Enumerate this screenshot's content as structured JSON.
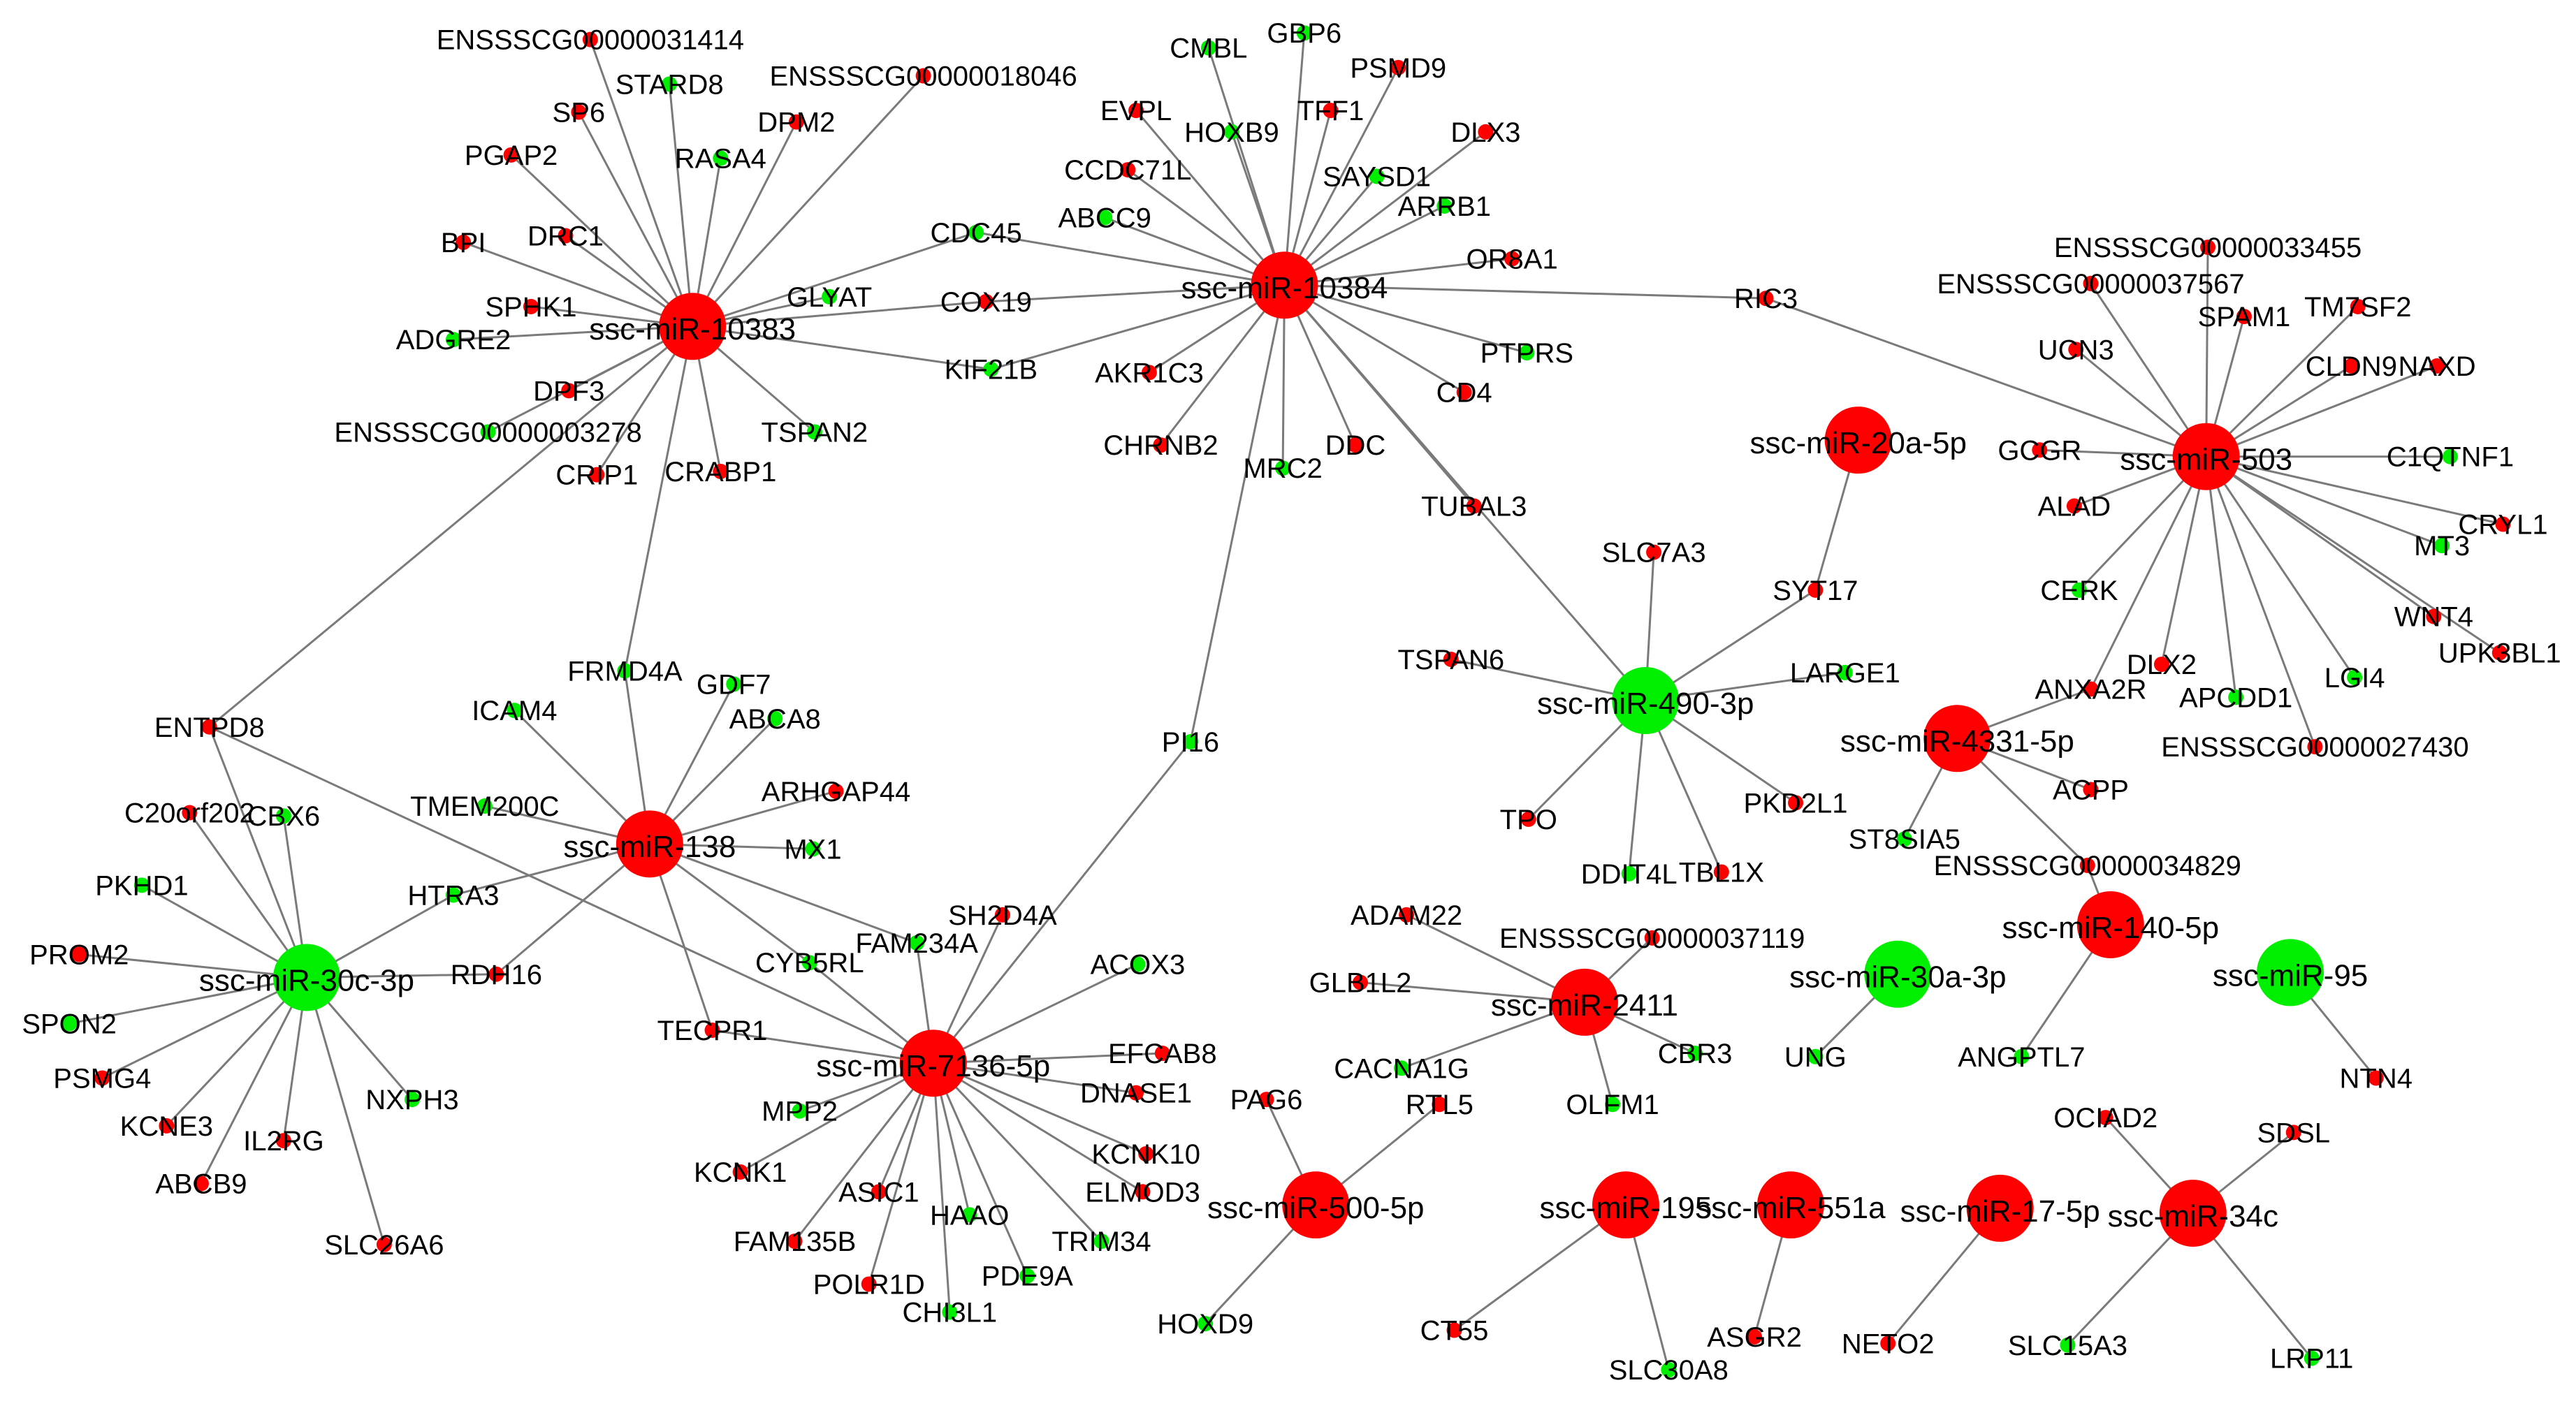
{
  "colors": {
    "up": "#ff0000",
    "down": "#00ee00",
    "edge": "#7a7a7a"
  },
  "hubs": [
    {
      "id": "h10383",
      "label": "ssc-miR-10383",
      "color": "up"
    },
    {
      "id": "h10384",
      "label": "ssc-miR-10384",
      "color": "up"
    },
    {
      "id": "h503",
      "label": "ssc-miR-503",
      "color": "up"
    },
    {
      "id": "h20a",
      "label": "ssc-miR-20a-5p",
      "color": "up"
    },
    {
      "id": "h490",
      "label": "ssc-miR-490-3p",
      "color": "down"
    },
    {
      "id": "h4331",
      "label": "ssc-miR-4331-5p",
      "color": "up"
    },
    {
      "id": "h138",
      "label": "ssc-miR-138",
      "color": "up"
    },
    {
      "id": "h30c",
      "label": "ssc-miR-30c-3p",
      "color": "down"
    },
    {
      "id": "h7136",
      "label": "ssc-miR-7136-5p",
      "color": "up"
    },
    {
      "id": "h2411",
      "label": "ssc-miR-2411",
      "color": "up"
    },
    {
      "id": "h30a",
      "label": "ssc-miR-30a-3p",
      "color": "down"
    },
    {
      "id": "h140",
      "label": "ssc-miR-140-5p",
      "color": "up"
    },
    {
      "id": "h95",
      "label": "ssc-miR-95",
      "color": "down"
    },
    {
      "id": "h500",
      "label": "ssc-miR-500-5p",
      "color": "up"
    },
    {
      "id": "h195",
      "label": "ssc-miR-195",
      "color": "up"
    },
    {
      "id": "h551",
      "label": "ssc-miR-551a",
      "color": "up"
    },
    {
      "id": "h17",
      "label": "ssc-miR-17-5p",
      "color": "up"
    },
    {
      "id": "h34c",
      "label": "ssc-miR-34c",
      "color": "up"
    }
  ],
  "genes": [
    {
      "id": "g1",
      "label": "ENSSSCG00000031414",
      "color": "up"
    },
    {
      "id": "g2",
      "label": "STARD8",
      "color": "down"
    },
    {
      "id": "g3",
      "label": "ENSSSCG00000018046",
      "color": "up"
    },
    {
      "id": "g4",
      "label": "SP6",
      "color": "up"
    },
    {
      "id": "g5",
      "label": "DPM2",
      "color": "up"
    },
    {
      "id": "g6",
      "label": "PGAP2",
      "color": "up"
    },
    {
      "id": "g7",
      "label": "RASA4",
      "color": "down"
    },
    {
      "id": "g8",
      "label": "BPI",
      "color": "up"
    },
    {
      "id": "g9",
      "label": "DRC1",
      "color": "up"
    },
    {
      "id": "g10",
      "label": "SPHK1",
      "color": "up"
    },
    {
      "id": "g11",
      "label": "ADGRE2",
      "color": "down"
    },
    {
      "id": "g12",
      "label": "DPF3",
      "color": "up"
    },
    {
      "id": "g13",
      "label": "ENSSSCG00000003278",
      "color": "down"
    },
    {
      "id": "g14",
      "label": "CRIP1",
      "color": "up"
    },
    {
      "id": "g15",
      "label": "CRABP1",
      "color": "up"
    },
    {
      "id": "g16",
      "label": "TSPAN2",
      "color": "down"
    },
    {
      "id": "g17",
      "label": "GLYAT",
      "color": "down"
    },
    {
      "id": "g18",
      "label": "CDC45",
      "color": "down"
    },
    {
      "id": "g19",
      "label": "COX19",
      "color": "up"
    },
    {
      "id": "g20",
      "label": "KIF21B",
      "color": "down"
    },
    {
      "id": "g21",
      "label": "CMBL",
      "color": "down"
    },
    {
      "id": "g22",
      "label": "GBP6",
      "color": "down"
    },
    {
      "id": "g23",
      "label": "PSMD9",
      "color": "up"
    },
    {
      "id": "g24",
      "label": "EVPL",
      "color": "up"
    },
    {
      "id": "g25",
      "label": "HOXB9",
      "color": "down"
    },
    {
      "id": "g26",
      "label": "TFF1",
      "color": "up"
    },
    {
      "id": "g27",
      "label": "DLX3",
      "color": "up"
    },
    {
      "id": "g28",
      "label": "CCDC71L",
      "color": "up"
    },
    {
      "id": "g29",
      "label": "SAYSD1",
      "color": "down"
    },
    {
      "id": "g30",
      "label": "ABCC9",
      "color": "down"
    },
    {
      "id": "g31",
      "label": "ARRB1",
      "color": "down"
    },
    {
      "id": "g32",
      "label": "OR8A1",
      "color": "up"
    },
    {
      "id": "g33",
      "label": "PTPRS",
      "color": "down"
    },
    {
      "id": "g34",
      "label": "AKR1C3",
      "color": "up"
    },
    {
      "id": "g35",
      "label": "CD4",
      "color": "up"
    },
    {
      "id": "g36",
      "label": "CHRNB2",
      "color": "up"
    },
    {
      "id": "g37",
      "label": "DDC",
      "color": "up"
    },
    {
      "id": "g38",
      "label": "MRC2",
      "color": "down"
    },
    {
      "id": "g39",
      "label": "TUBAL3",
      "color": "up"
    },
    {
      "id": "g40",
      "label": "RIC3",
      "color": "up"
    },
    {
      "id": "g41",
      "label": "ENSSSCG00000033455",
      "color": "up"
    },
    {
      "id": "g42",
      "label": "ENSSSCG00000037567",
      "color": "up"
    },
    {
      "id": "g43",
      "label": "SPAM1",
      "color": "up"
    },
    {
      "id": "g44",
      "label": "TM7SF2",
      "color": "up"
    },
    {
      "id": "g45",
      "label": "UCN3",
      "color": "up"
    },
    {
      "id": "g46",
      "label": "CLDN9",
      "color": "up"
    },
    {
      "id": "g47",
      "label": "NAXD",
      "color": "up"
    },
    {
      "id": "g48",
      "label": "GCGR",
      "color": "up"
    },
    {
      "id": "g49",
      "label": "C1QTNF1",
      "color": "down"
    },
    {
      "id": "g50",
      "label": "ALAD",
      "color": "up"
    },
    {
      "id": "g51",
      "label": "CRYL1",
      "color": "up"
    },
    {
      "id": "g52",
      "label": "MT3",
      "color": "down"
    },
    {
      "id": "g53",
      "label": "CERK",
      "color": "down"
    },
    {
      "id": "g54",
      "label": "WNT4",
      "color": "up"
    },
    {
      "id": "g55",
      "label": "UPK3BL1",
      "color": "up"
    },
    {
      "id": "g56",
      "label": "DLX2",
      "color": "up"
    },
    {
      "id": "g57",
      "label": "LGI4",
      "color": "down"
    },
    {
      "id": "g58",
      "label": "APCDD1",
      "color": "down"
    },
    {
      "id": "g59",
      "label": "ENSSSCG00000027430",
      "color": "up"
    },
    {
      "id": "g60",
      "label": "SYT17",
      "color": "up"
    },
    {
      "id": "g61",
      "label": "SLC7A3",
      "color": "up"
    },
    {
      "id": "g62",
      "label": "TSPAN6",
      "color": "up"
    },
    {
      "id": "g63",
      "label": "LARGE1",
      "color": "down"
    },
    {
      "id": "g64",
      "label": "ANXA2R",
      "color": "up"
    },
    {
      "id": "g65",
      "label": "TPO",
      "color": "up"
    },
    {
      "id": "g66",
      "label": "PKD2L1",
      "color": "up"
    },
    {
      "id": "g67",
      "label": "DDIT4L",
      "color": "down"
    },
    {
      "id": "g68",
      "label": "TBL1X",
      "color": "up"
    },
    {
      "id": "g69",
      "label": "ACPP",
      "color": "up"
    },
    {
      "id": "g70",
      "label": "ST8SIA5",
      "color": "down"
    },
    {
      "id": "g71",
      "label": "ENSSSCG00000034829",
      "color": "up"
    },
    {
      "id": "g72",
      "label": "FRMD4A",
      "color": "down"
    },
    {
      "id": "g73",
      "label": "GDF7",
      "color": "down"
    },
    {
      "id": "g74",
      "label": "ICAM4",
      "color": "down"
    },
    {
      "id": "g75",
      "label": "ABCA8",
      "color": "down"
    },
    {
      "id": "g76",
      "label": "ARHGAP44",
      "color": "up"
    },
    {
      "id": "g77",
      "label": "ENTPD8",
      "color": "up"
    },
    {
      "id": "g78",
      "label": "TMEM200C",
      "color": "down"
    },
    {
      "id": "g79",
      "label": "MX1",
      "color": "down"
    },
    {
      "id": "g80",
      "label": "PI16",
      "color": "down"
    },
    {
      "id": "g81",
      "label": "C20orf202",
      "color": "up"
    },
    {
      "id": "g82",
      "label": "CBX6",
      "color": "down"
    },
    {
      "id": "g83",
      "label": "PKHD1",
      "color": "down"
    },
    {
      "id": "g84",
      "label": "HTRA3",
      "color": "down"
    },
    {
      "id": "g85",
      "label": "PROM2",
      "color": "up"
    },
    {
      "id": "g86",
      "label": "RDH16",
      "color": "up"
    },
    {
      "id": "g87",
      "label": "SPON2",
      "color": "down"
    },
    {
      "id": "g88",
      "label": "PSMG4",
      "color": "up"
    },
    {
      "id": "g89",
      "label": "KCNE3",
      "color": "up"
    },
    {
      "id": "g90",
      "label": "IL2RG",
      "color": "up"
    },
    {
      "id": "g91",
      "label": "NXPH3",
      "color": "down"
    },
    {
      "id": "g92",
      "label": "ABCB9",
      "color": "up"
    },
    {
      "id": "g93",
      "label": "SLC26A6",
      "color": "up"
    },
    {
      "id": "g94",
      "label": "SH2D4A",
      "color": "up"
    },
    {
      "id": "g95",
      "label": "FAM234A",
      "color": "down"
    },
    {
      "id": "g96",
      "label": "CYB5RL",
      "color": "down"
    },
    {
      "id": "g97",
      "label": "ACOX3",
      "color": "down"
    },
    {
      "id": "g98",
      "label": "TECPR1",
      "color": "up"
    },
    {
      "id": "g99",
      "label": "EFCAB8",
      "color": "up"
    },
    {
      "id": "g100",
      "label": "DNASE1",
      "color": "up"
    },
    {
      "id": "g101",
      "label": "MPP2",
      "color": "down"
    },
    {
      "id": "g102",
      "label": "KCNK10",
      "color": "up"
    },
    {
      "id": "g103",
      "label": "KCNK1",
      "color": "up"
    },
    {
      "id": "g104",
      "label": "ELMOD3",
      "color": "up"
    },
    {
      "id": "g105",
      "label": "ASIC1",
      "color": "up"
    },
    {
      "id": "g106",
      "label": "HAAO",
      "color": "down"
    },
    {
      "id": "g107",
      "label": "TRIM34",
      "color": "down"
    },
    {
      "id": "g108",
      "label": "FAM135B",
      "color": "up"
    },
    {
      "id": "g109",
      "label": "PDE9A",
      "color": "down"
    },
    {
      "id": "g110",
      "label": "POLR1D",
      "color": "up"
    },
    {
      "id": "g111",
      "label": "CHI3L1",
      "color": "down"
    },
    {
      "id": "g112",
      "label": "ADAM22",
      "color": "up"
    },
    {
      "id": "g113",
      "label": "ENSSSCG00000037119",
      "color": "up"
    },
    {
      "id": "g114",
      "label": "GLB1L2",
      "color": "up"
    },
    {
      "id": "g115",
      "label": "CBR3",
      "color": "down"
    },
    {
      "id": "g116",
      "label": "CACNA1G",
      "color": "down"
    },
    {
      "id": "g117",
      "label": "OLFM1",
      "color": "down"
    },
    {
      "id": "g118",
      "label": "UNG",
      "color": "down"
    },
    {
      "id": "g119",
      "label": "ANGPTL7",
      "color": "down"
    },
    {
      "id": "g120",
      "label": "NTN4",
      "color": "up"
    },
    {
      "id": "g121",
      "label": "PAG6",
      "color": "up"
    },
    {
      "id": "g122",
      "label": "RTL5",
      "color": "up"
    },
    {
      "id": "g123",
      "label": "HOXD9",
      "color": "down"
    },
    {
      "id": "g124",
      "label": "OCIAD2",
      "color": "up"
    },
    {
      "id": "g125",
      "label": "SDSL",
      "color": "up"
    },
    {
      "id": "g126",
      "label": "CT55",
      "color": "up"
    },
    {
      "id": "g127",
      "label": "SLC30A8",
      "color": "down"
    },
    {
      "id": "g128",
      "label": "ASGR2",
      "color": "up"
    },
    {
      "id": "g129",
      "label": "NETO2",
      "color": "up"
    },
    {
      "id": "g130",
      "label": "SLC15A3",
      "color": "down"
    },
    {
      "id": "g131",
      "label": "LRP11",
      "color": "down"
    }
  ],
  "edges": [
    [
      "h10383",
      "g1"
    ],
    [
      "h10383",
      "g2"
    ],
    [
      "h10383",
      "g3"
    ],
    [
      "h10383",
      "g4"
    ],
    [
      "h10383",
      "g5"
    ],
    [
      "h10383",
      "g6"
    ],
    [
      "h10383",
      "g7"
    ],
    [
      "h10383",
      "g8"
    ],
    [
      "h10383",
      "g9"
    ],
    [
      "h10383",
      "g10"
    ],
    [
      "h10383",
      "g11"
    ],
    [
      "h10383",
      "g12"
    ],
    [
      "h10383",
      "g13"
    ],
    [
      "h10383",
      "g14"
    ],
    [
      "h10383",
      "g15"
    ],
    [
      "h10383",
      "g16"
    ],
    [
      "h10383",
      "g17"
    ],
    [
      "h10383",
      "g18"
    ],
    [
      "h10383",
      "g19"
    ],
    [
      "h10383",
      "g20"
    ],
    [
      "h10383",
      "g77"
    ],
    [
      "h10383",
      "g72"
    ],
    [
      "h10384",
      "g18"
    ],
    [
      "h10384",
      "g19"
    ],
    [
      "h10384",
      "g20"
    ],
    [
      "h10384",
      "g21"
    ],
    [
      "h10384",
      "g22"
    ],
    [
      "h10384",
      "g23"
    ],
    [
      "h10384",
      "g24"
    ],
    [
      "h10384",
      "g25"
    ],
    [
      "h10384",
      "g26"
    ],
    [
      "h10384",
      "g27"
    ],
    [
      "h10384",
      "g28"
    ],
    [
      "h10384",
      "g29"
    ],
    [
      "h10384",
      "g30"
    ],
    [
      "h10384",
      "g31"
    ],
    [
      "h10384",
      "g32"
    ],
    [
      "h10384",
      "g33"
    ],
    [
      "h10384",
      "g34"
    ],
    [
      "h10384",
      "g35"
    ],
    [
      "h10384",
      "g36"
    ],
    [
      "h10384",
      "g37"
    ],
    [
      "h10384",
      "g38"
    ],
    [
      "h10384",
      "g39"
    ],
    [
      "h10384",
      "g40"
    ],
    [
      "h10384",
      "g80"
    ],
    [
      "h10384",
      "h490"
    ],
    [
      "h503",
      "g40"
    ],
    [
      "h503",
      "g41"
    ],
    [
      "h503",
      "g42"
    ],
    [
      "h503",
      "g43"
    ],
    [
      "h503",
      "g44"
    ],
    [
      "h503",
      "g45"
    ],
    [
      "h503",
      "g46"
    ],
    [
      "h503",
      "g47"
    ],
    [
      "h503",
      "g48"
    ],
    [
      "h503",
      "g49"
    ],
    [
      "h503",
      "g50"
    ],
    [
      "h503",
      "g51"
    ],
    [
      "h503",
      "g52"
    ],
    [
      "h503",
      "g53"
    ],
    [
      "h503",
      "g54"
    ],
    [
      "h503",
      "g55"
    ],
    [
      "h503",
      "g56"
    ],
    [
      "h503",
      "g57"
    ],
    [
      "h503",
      "g58"
    ],
    [
      "h503",
      "g59"
    ],
    [
      "h503",
      "g64"
    ],
    [
      "h20a",
      "g60"
    ],
    [
      "h490",
      "g60"
    ],
    [
      "h490",
      "g61"
    ],
    [
      "h490",
      "g62"
    ],
    [
      "h490",
      "g63"
    ],
    [
      "h490",
      "g65"
    ],
    [
      "h490",
      "g66"
    ],
    [
      "h490",
      "g67"
    ],
    [
      "h490",
      "g68"
    ],
    [
      "h4331",
      "g64"
    ],
    [
      "h4331",
      "g69"
    ],
    [
      "h4331",
      "g70"
    ],
    [
      "h4331",
      "g71"
    ],
    [
      "h138",
      "g72"
    ],
    [
      "h138",
      "g73"
    ],
    [
      "h138",
      "g74"
    ],
    [
      "h138",
      "g75"
    ],
    [
      "h138",
      "g76"
    ],
    [
      "h138",
      "g78"
    ],
    [
      "h138",
      "g79"
    ],
    [
      "h138",
      "g84"
    ],
    [
      "h138",
      "g86"
    ],
    [
      "h138",
      "g98"
    ],
    [
      "h138",
      "g95"
    ],
    [
      "h138",
      "g96"
    ],
    [
      "h30c",
      "g77"
    ],
    [
      "h30c",
      "g81"
    ],
    [
      "h30c",
      "g82"
    ],
    [
      "h30c",
      "g83"
    ],
    [
      "h30c",
      "g84"
    ],
    [
      "h30c",
      "g85"
    ],
    [
      "h30c",
      "g86"
    ],
    [
      "h30c",
      "g87"
    ],
    [
      "h30c",
      "g88"
    ],
    [
      "h30c",
      "g89"
    ],
    [
      "h30c",
      "g90"
    ],
    [
      "h30c",
      "g91"
    ],
    [
      "h30c",
      "g92"
    ],
    [
      "h30c",
      "g93"
    ],
    [
      "h7136",
      "g77"
    ],
    [
      "h7136",
      "g80"
    ],
    [
      "h7136",
      "g94"
    ],
    [
      "h7136",
      "g95"
    ],
    [
      "h7136",
      "g96"
    ],
    [
      "h7136",
      "g97"
    ],
    [
      "h7136",
      "g98"
    ],
    [
      "h7136",
      "g99"
    ],
    [
      "h7136",
      "g100"
    ],
    [
      "h7136",
      "g101"
    ],
    [
      "h7136",
      "g102"
    ],
    [
      "h7136",
      "g103"
    ],
    [
      "h7136",
      "g104"
    ],
    [
      "h7136",
      "g105"
    ],
    [
      "h7136",
      "g106"
    ],
    [
      "h7136",
      "g107"
    ],
    [
      "h7136",
      "g108"
    ],
    [
      "h7136",
      "g109"
    ],
    [
      "h7136",
      "g110"
    ],
    [
      "h7136",
      "g111"
    ],
    [
      "h2411",
      "g112"
    ],
    [
      "h2411",
      "g113"
    ],
    [
      "h2411",
      "g114"
    ],
    [
      "h2411",
      "g115"
    ],
    [
      "h2411",
      "g116"
    ],
    [
      "h2411",
      "g117"
    ],
    [
      "h30a",
      "g118"
    ],
    [
      "h140",
      "g71"
    ],
    [
      "h140",
      "g119"
    ],
    [
      "h95",
      "g120"
    ],
    [
      "h500",
      "g121"
    ],
    [
      "h500",
      "g122"
    ],
    [
      "h500",
      "g123"
    ],
    [
      "h195",
      "g126"
    ],
    [
      "h195",
      "g127"
    ],
    [
      "h551",
      "g128"
    ],
    [
      "h17",
      "g129"
    ],
    [
      "h34c",
      "g124"
    ],
    [
      "h34c",
      "g125"
    ],
    [
      "h34c",
      "g130"
    ],
    [
      "h34c",
      "g131"
    ]
  ]
}
